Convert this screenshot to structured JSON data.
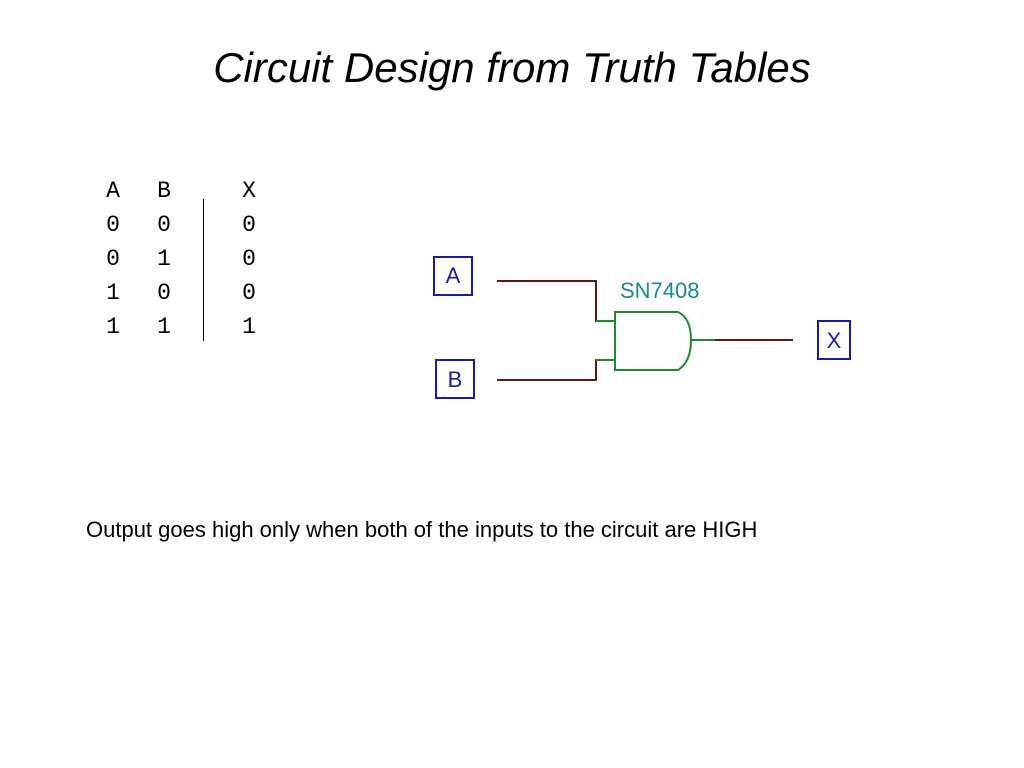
{
  "slide": {
    "title": "Circuit Design from Truth Tables",
    "caption": "Output goes high only when both of the inputs to the circuit are HIGH"
  },
  "truth_table": {
    "headers": [
      "A",
      "B",
      "X"
    ],
    "rows": [
      [
        "0",
        "0",
        "0"
      ],
      [
        "0",
        "1",
        "0"
      ],
      [
        "1",
        "0",
        "0"
      ],
      [
        "1",
        "1",
        "1"
      ]
    ]
  },
  "circuit": {
    "inputs": [
      "A",
      "B"
    ],
    "output": "X",
    "gate_type": "AND",
    "chip_label": "SN7408",
    "colors": {
      "wire": "#5a1a1a",
      "gate": "#1f8a2a",
      "pin_border": "#1a1aa8",
      "chip_label": "#1a8a8a"
    }
  }
}
